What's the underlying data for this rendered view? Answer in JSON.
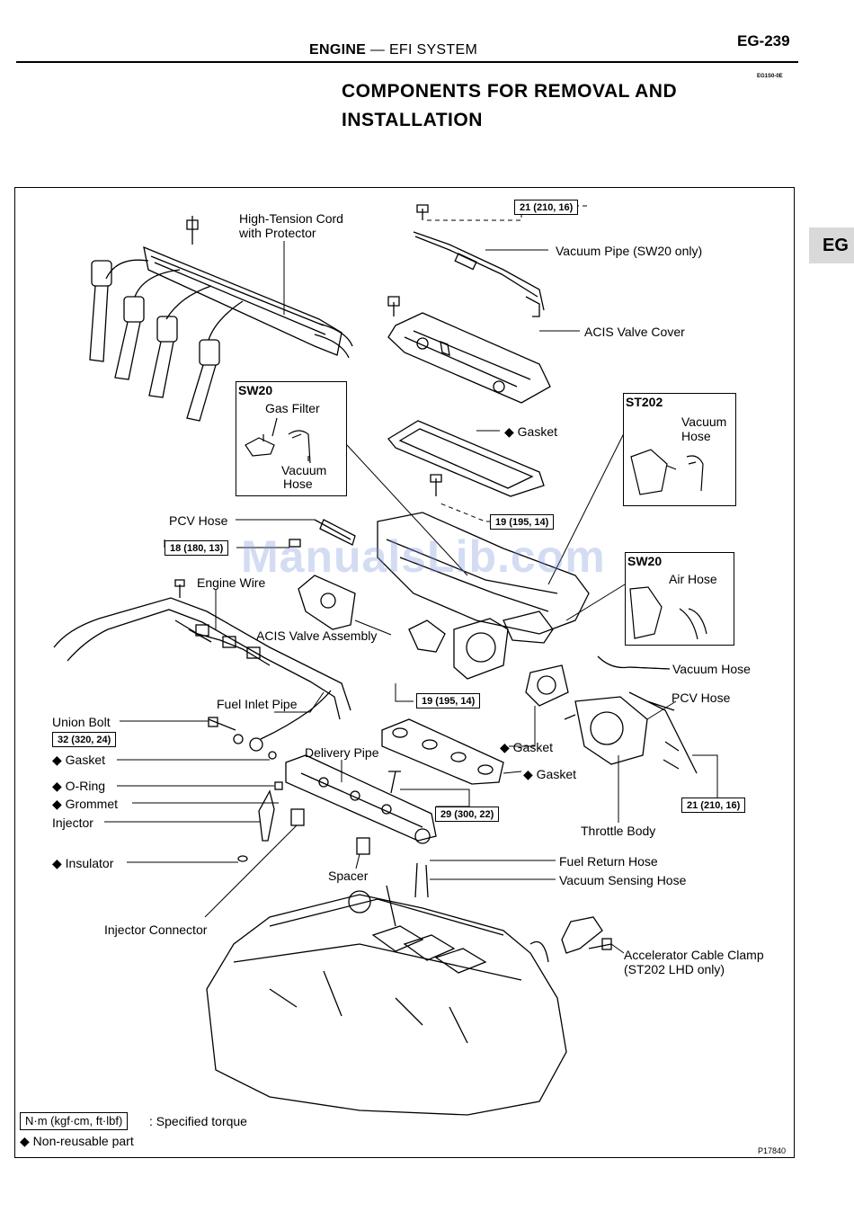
{
  "header": {
    "section_main": "ENGINE",
    "section_sep": " — ",
    "section_sub": "EFI SYSTEM",
    "page_number": "EG-239",
    "doc_code": "EG1S0-0E",
    "title": "COMPONENTS FOR REMOVAL AND INSTALLATION",
    "side_tab": "EG"
  },
  "labels": {
    "high_tension_1": "High-Tension Cord",
    "high_tension_2": "with Protector",
    "vacuum_pipe": "Vacuum Pipe (SW20 only)",
    "acis_cover": "ACIS Valve Cover",
    "gasket_top": "Gasket",
    "pcv_hose_left": "PCV Hose",
    "engine_wire": "Engine Wire",
    "acis_assembly": "ACIS Valve Assembly",
    "fuel_inlet": "Fuel Inlet Pipe",
    "union_bolt": "Union Bolt",
    "gasket_left": "Gasket",
    "o_ring": "O-Ring",
    "grommet": "Grommet",
    "injector": "Injector",
    "insulator": "Insulator",
    "injector_connector": "Injector Connector",
    "delivery_pipe": "Delivery Pipe",
    "gasket_mid": "Gasket",
    "gasket_mid2": "Gasket",
    "spacer": "Spacer",
    "vacuum_hose_right": "Vacuum Hose",
    "pcv_hose_right": "PCV Hose",
    "throttle_body": "Throttle Body",
    "fuel_return": "Fuel Return Hose",
    "vacuum_sensing": "Vacuum Sensing Hose",
    "accel_clamp_1": "Accelerator Cable Clamp",
    "accel_clamp_2": "(ST202 LHD only)"
  },
  "insets": {
    "sw20_gas": {
      "tag": "SW20",
      "label1": "Gas Filter",
      "label2a": "Vacuum",
      "label2b": "Hose"
    },
    "st202": {
      "tag": "ST202",
      "label1": "Vacuum",
      "label2": "Hose"
    },
    "sw20_air": {
      "tag": "SW20",
      "label1": "Air Hose"
    }
  },
  "torques": {
    "t21_top": "21 (210, 16)",
    "t19_mid": "19 (195, 14)",
    "t18": "18 (180, 13)",
    "t19_low": "19 (195, 14)",
    "t32": "32 (320, 24)",
    "t29": "29 (300, 22)",
    "t21_low": "21 (210, 16)"
  },
  "legend": {
    "torque_unit": "N·m (kgf·cm, ft·lbf)",
    "torque_text": ": Specified torque",
    "nonreusable": "Non-reusable part",
    "diamond": "◆"
  },
  "watermark": "ManualsLib.com",
  "figure_number": "P17840"
}
